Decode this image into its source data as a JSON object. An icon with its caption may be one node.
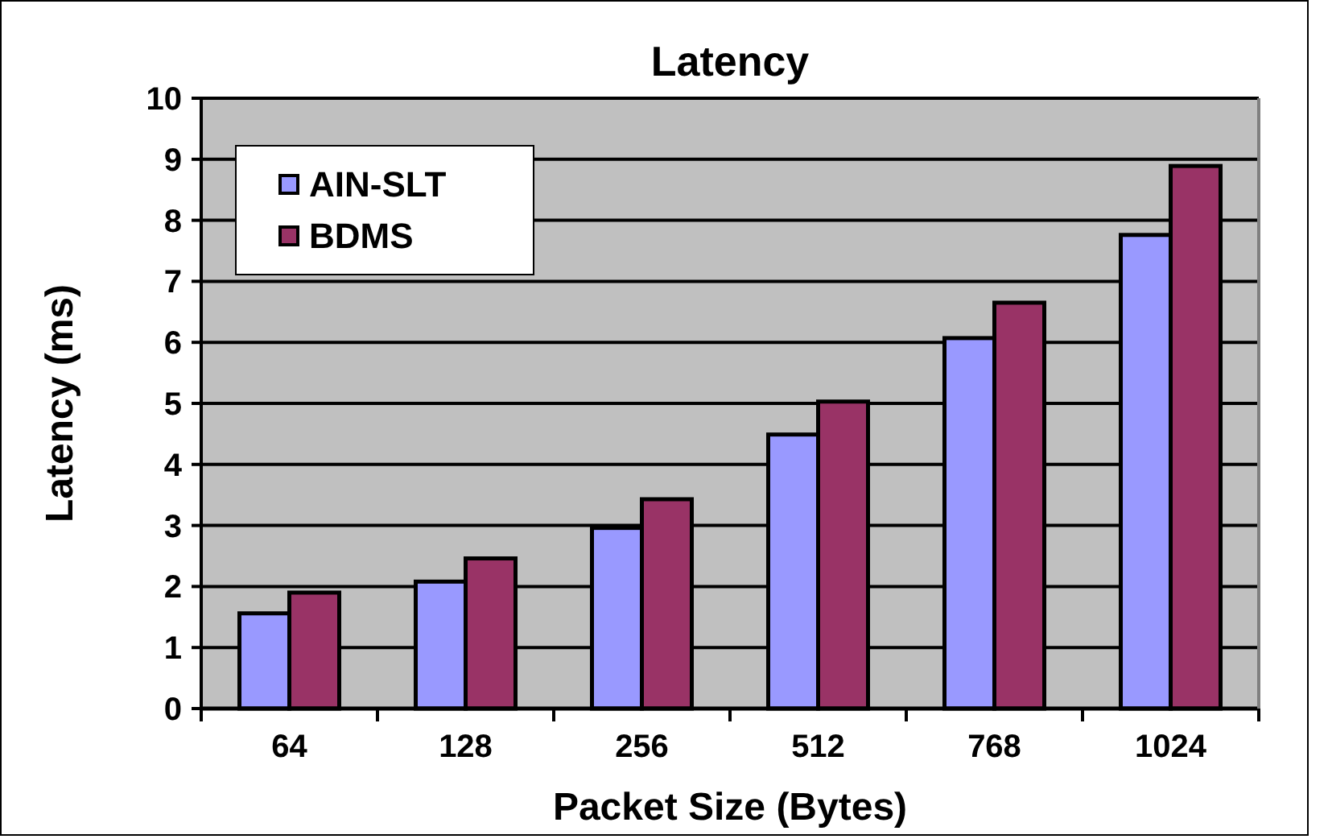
{
  "diagram": {
    "chart_data": {
      "type": "bar",
      "title": "Latency",
      "xlabel": "Packet Size (Bytes)",
      "ylabel": "Latency (ms)",
      "categories": [
        "64",
        "128",
        "256",
        "512",
        "768",
        "1024"
      ],
      "series": [
        {
          "name": "AIN-SLT",
          "color": "#9999ff",
          "values": [
            1.56,
            2.08,
            2.96,
            4.49,
            6.07,
            7.76
          ]
        },
        {
          "name": "BDMS",
          "color": "#993366",
          "values": [
            1.9,
            2.46,
            3.43,
            5.03,
            6.65,
            8.89
          ]
        }
      ],
      "ylim": [
        0,
        10
      ],
      "yticks": [
        0,
        1,
        2,
        3,
        4,
        5,
        6,
        7,
        8,
        9,
        10
      ],
      "grid": true
    }
  }
}
